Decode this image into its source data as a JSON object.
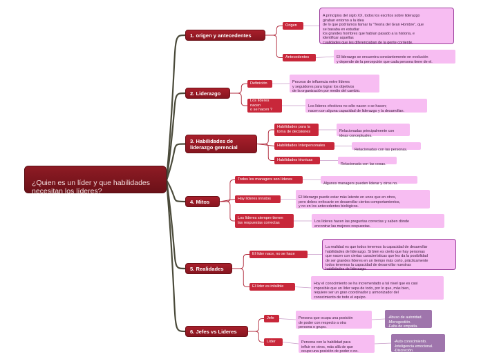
{
  "root": {
    "label": "¿Quien es un líder y que habilidades\nnecesitan los líderes?"
  },
  "branches": [
    {
      "label": "1. origen y antecedentes",
      "subs": [
        {
          "label": "Origen",
          "leaves": [
            {
              "text": "A principios del siglo XX, todos los escritos sobre liderazgo\ngiraban entorno a la idea\nde lo que podríamos llamar la \"Teoría del Gran Hombre\", que\nse basaba en estudiar\nlos grandes hombres que habían pasado a la historia, e\nidentificar aquellas\ncualidades que les diferenciaban de la gente corriente."
            }
          ]
        },
        {
          "label": "Antecedentes",
          "leaves": [
            {
              "text": "El liderazgo se encuentra constantemente en evolución\ny depende de la percepción que cada persona tiene de el."
            }
          ]
        }
      ]
    },
    {
      "label": "2. Liderazgo",
      "subs": [
        {
          "label": "Definición",
          "leaves": [
            {
              "text": "Proceso de influencia entre líderes\n y seguidores para lograr los objetivos\nde la organización por medio del cambio."
            }
          ]
        },
        {
          "label": "Los líderes nacen\no se hacen ?",
          "leaves": [
            {
              "text": "Los líderes efectivos no sólo nacen o se hacen;\nnacen con alguna capacidad de liderazgo y la desarrollan."
            }
          ]
        }
      ]
    },
    {
      "label": "3. Habilidades de\nliderazgo gerencial",
      "subs": [
        {
          "label": "Habilidades para la\ntoma de decisiones",
          "leaves": [
            {
              "text": "Relacionadas principalmente con\nideas conceptuales."
            }
          ]
        },
        {
          "label": "Habilidades Interpersonales",
          "leaves": [
            {
              "text": "Relacionadas con las personas."
            }
          ]
        },
        {
          "label": "Habilidades técnicas",
          "leaves": [
            {
              "text": "Relacionada con las cosas."
            }
          ]
        }
      ]
    },
    {
      "label": "4. Mitos",
      "subs": [
        {
          "label": "Todos los managers son líderes",
          "leaves": [
            {
              "text": "Algunos managers pueden liderar y otros no."
            }
          ]
        },
        {
          "label": "Hay líderes innatos",
          "leaves": [
            {
              "text": "El liderazgo puede estar más latente en unos que en otros,\npero debes enfocarte en desarrollar ciertos comportamientos,\ny no en los antecedentes biológicos."
            }
          ]
        },
        {
          "label": "Los líderes siempre tienen\nlas respuestas correctas",
          "leaves": [
            {
              "text": "Los líderes hacen las preguntas correctas y saben dónde\nencontrar las mejores respuestas."
            }
          ]
        }
      ]
    },
    {
      "label": "5. Realidades",
      "subs": [
        {
          "label": "El líder nace, no se hace",
          "leaves": [
            {
              "text": "La realidad es que todos tenemos la capacidad de desarrollar\nhabilidades de liderazgo. Si bien es cierto que hay personas\nque nacen con ciertas características que les da la posibilidad\nde ser grandes líderes en un tiempo más corto, prácticamente\ntodos tenemos la capacidad de desarrollar nuestras\nhabilidades de liderazgo."
            }
          ]
        },
        {
          "label": "El líder es infalible",
          "leaves": [
            {
              "text": "Hoy el conocimiento se ha incrementado a tal nivel que es casi\nimposible que un líder sepa de todo, por lo que, más bien,\nrequiere ser un gran coordinador y armonizador del\nconocimiento de todo el equipo."
            }
          ]
        }
      ]
    },
    {
      "label": "6. Jefes vs Lideres",
      "subs": [
        {
          "label": "Jefe",
          "leaves": [
            {
              "text": "Persona que ocupa una posición\nde poder con respecto a otra\npersona o grupo."
            },
            {
              "text": "-Abuso de autoridad.\n-Microgestión.\n-Falta de empatía."
            }
          ]
        },
        {
          "label": "Líder",
          "leaves": [
            {
              "text": "Persona con la habilidad para\n influir en otros, más allá de que\n ocupe una posición de poder o no."
            },
            {
              "text": "-Auto conocimiento.\n-Inteligencia emocional.\n-Discreción."
            }
          ]
        }
      ]
    }
  ]
}
